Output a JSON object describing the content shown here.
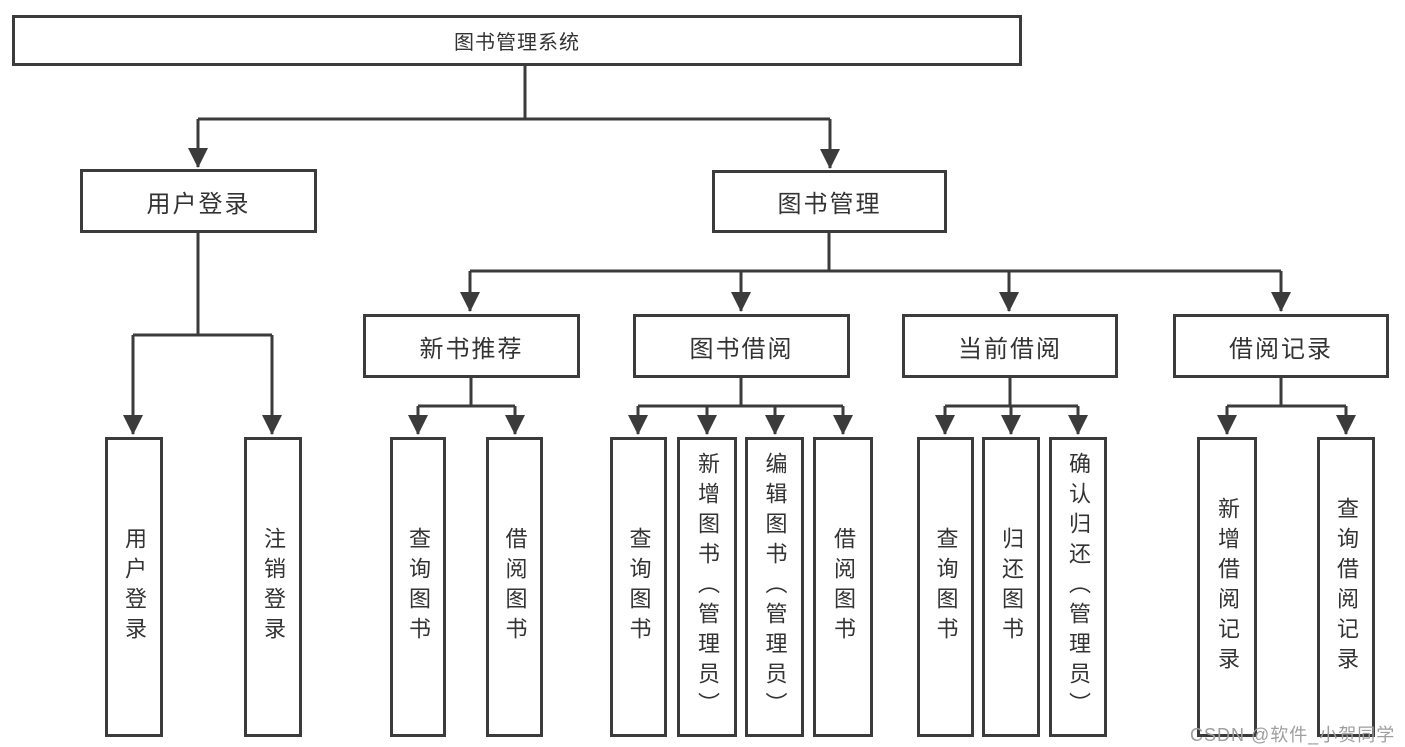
{
  "diagram": {
    "root": {
      "label": "图书管理系统"
    },
    "branches": [
      {
        "label": "用户登录",
        "children": [
          {
            "label": "用户登录"
          },
          {
            "label": "注销登录"
          }
        ]
      },
      {
        "label": "图书管理",
        "children": [
          {
            "label": "新书推荐",
            "children": [
              {
                "label": "查询图书"
              },
              {
                "label": "借阅图书"
              }
            ]
          },
          {
            "label": "图书借阅",
            "children": [
              {
                "label": "查询图书"
              },
              {
                "label": "新增图书（管理员）"
              },
              {
                "label": "编辑图书（管理员）"
              },
              {
                "label": "借阅图书"
              }
            ]
          },
          {
            "label": "当前借阅",
            "children": [
              {
                "label": "查询图书"
              },
              {
                "label": "归还图书"
              },
              {
                "label": "确认归还（管理员）"
              }
            ]
          },
          {
            "label": "借阅记录",
            "children": [
              {
                "label": "新增借阅记录"
              },
              {
                "label": "查询借阅记录"
              }
            ]
          }
        ]
      }
    ],
    "watermark": "CSDN @软件_小贺同学",
    "colors": {
      "line": "#3b3b3b",
      "text": "#333333",
      "watermark": "#9e9e9e",
      "background": "#ffffff"
    }
  }
}
